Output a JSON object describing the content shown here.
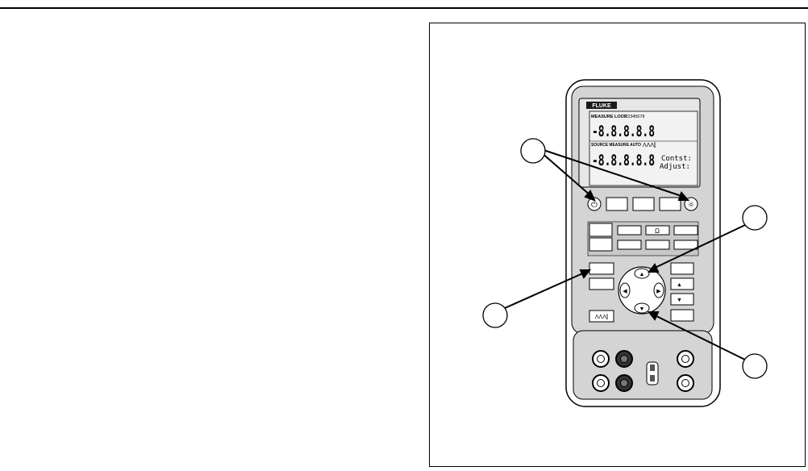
{
  "page": {
    "background": "#ffffff",
    "line_color": "#000000"
  },
  "device": {
    "brand": "FLUKE",
    "lcd": {
      "top_annunciators": "MEASURE LOOP",
      "channel_digits": "12345678",
      "primary_reading": "-8.8.8.8.8",
      "mid_annunciators": "SOURCE MEASURE AUTO",
      "ramp_glyph": "ΛΛΛ⫿",
      "secondary_reading": "-8.8.8.8.8",
      "contrast_label": "Contst:",
      "adjust_label": "Adjust:"
    },
    "keys": {
      "power_symbol": "⏻",
      "backlight_symbol": "☼",
      "ohm_symbol": "Ω",
      "ramp_key_glyph": "ΛΛΛ⫿",
      "up_glyph": "▲",
      "down_glyph": "▼",
      "left_glyph": "◀",
      "right_glyph": "▶"
    },
    "body_color": "#d4d4d4",
    "lcd_color": "#e6e6e6"
  },
  "callouts": [
    {
      "id": "1",
      "label": ""
    },
    {
      "id": "2",
      "label": ""
    },
    {
      "id": "3",
      "label": ""
    },
    {
      "id": "4",
      "label": ""
    }
  ]
}
